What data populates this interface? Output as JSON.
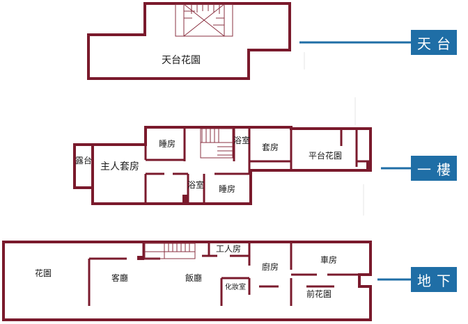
{
  "colors": {
    "wall": "#7a1a2c",
    "stair": "#8a3040",
    "connector": "#1f6ea6",
    "tag": "#1f6ea6",
    "faint": "#e8e8e8"
  },
  "floors": {
    "roof": {
      "label": "天台",
      "rooms": {
        "garden": "天台花園"
      }
    },
    "first": {
      "label": "一樓",
      "rooms": {
        "terrace": "露台",
        "master_suite": "主人套房",
        "bedroom_1": "睡房",
        "bath_1": "浴室",
        "suite": "套房",
        "terrace_garden": "平台花園",
        "bath_2": "浴室",
        "bedroom_2": "睡房"
      }
    },
    "basement": {
      "label": "地下",
      "rooms": {
        "garden": "花園",
        "living": "客廳",
        "dining": "飯廳",
        "servant": "工人房",
        "kitchen": "廚房",
        "garage": "車房",
        "powder": "化妝室",
        "front_garden": "前花園"
      }
    }
  }
}
